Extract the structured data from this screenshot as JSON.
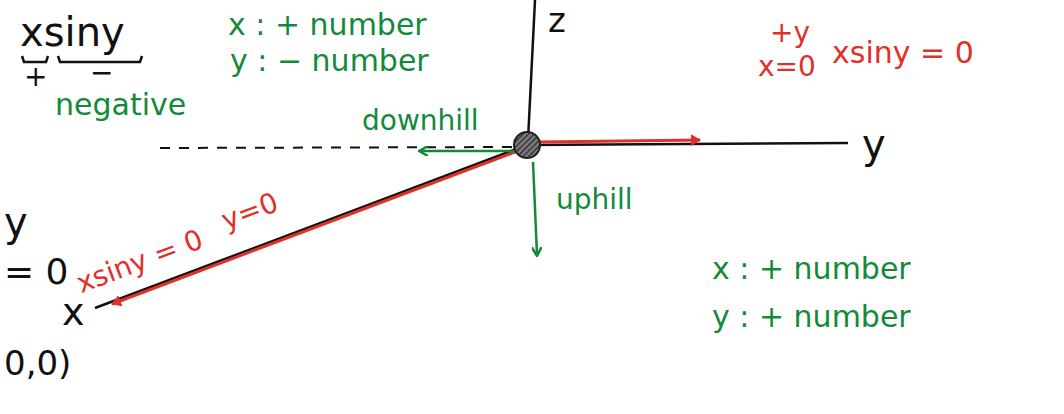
{
  "diagram": {
    "labels": [
      "xsiny",
      "+",
      "−",
      "negative",
      "x : + number",
      "y : − number",
      "z",
      "downhill",
      "+y",
      "x=0",
      "xsiny = 0",
      "y",
      "y",
      "= 0",
      "0,0)",
      "y=0",
      "xsiny = 0",
      "x",
      "uphill",
      "x : + number",
      "y : + number"
    ]
  }
}
